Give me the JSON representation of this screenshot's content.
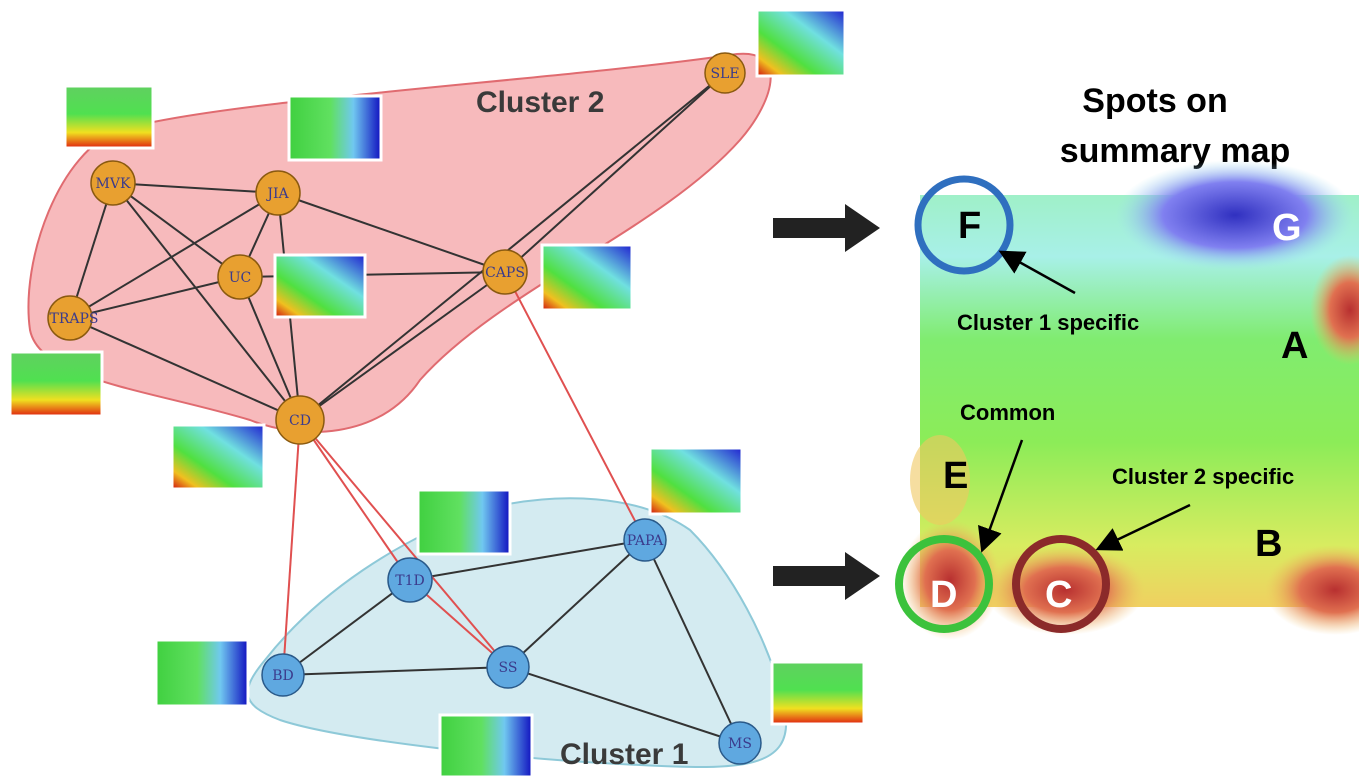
{
  "clusters": {
    "cluster2": {
      "label": "Cluster 2",
      "color": "#f4a3a6",
      "stroke": "#e06b70"
    },
    "cluster1": {
      "label": "Cluster 1",
      "color": "#cde8ef",
      "stroke": "#8ec9d8"
    }
  },
  "nodes": {
    "sle": "SLE",
    "mvk": "MVK",
    "jia": "JIA",
    "uc": "UC",
    "caps": "CAPS",
    "traps": "TRAPS",
    "cd": "CD",
    "papa": "PAPA",
    "t1d": "T1D",
    "bd": "BD",
    "ss": "SS",
    "ms": "MS"
  },
  "node_colors": {
    "cluster2": "#e8a030",
    "cluster1": "#5fa8e0"
  },
  "summary_map": {
    "title_line1": "Spots on",
    "title_line2": "summary map",
    "spots": {
      "a": "A",
      "b": "B",
      "c": "C",
      "d": "D",
      "e": "E",
      "f": "F",
      "g": "G"
    },
    "annotations": {
      "cluster1_specific": "Cluster 1 specific",
      "common": "Common",
      "cluster2_specific": "Cluster 2 specific"
    },
    "circle_colors": {
      "f": "#2f6fbf",
      "d": "#3cc23c",
      "c": "#8b2a2a"
    }
  }
}
